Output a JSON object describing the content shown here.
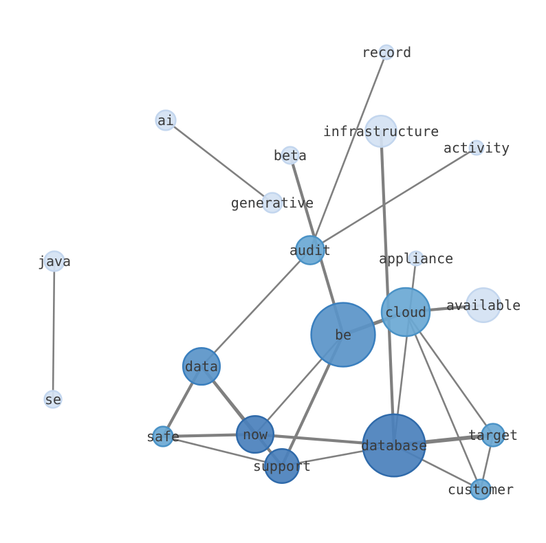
{
  "colors": {
    "edge": "#808080",
    "label": "#3a3a3a",
    "level_1_fill": "#d4e2f3",
    "level_1_stroke": "#c3d6ee",
    "level_2_fill": "#6aa8d4",
    "level_2_stroke": "#4a92c6",
    "level_3_fill": "#5a94c8",
    "level_3_stroke": "#3a7fbe",
    "level_4_fill": "#4a80bc",
    "level_4_stroke": "#2f6aaa"
  },
  "nodes": [
    {
      "id": "record",
      "label": "record",
      "level": 1,
      "weight": 1
    },
    {
      "id": "ai",
      "label": "ai",
      "level": 1,
      "weight": 1.4
    },
    {
      "id": "infrastructure",
      "label": "infrastructure",
      "level": 1,
      "weight": 2.2
    },
    {
      "id": "activity",
      "label": "activity",
      "level": 1,
      "weight": 1
    },
    {
      "id": "beta",
      "label": "beta",
      "level": 1,
      "weight": 1.2
    },
    {
      "id": "generative",
      "label": "generative",
      "level": 1,
      "weight": 1.4
    },
    {
      "id": "java",
      "label": "java",
      "level": 1,
      "weight": 1.4
    },
    {
      "id": "audit",
      "label": "audit",
      "level": 2,
      "weight": 2
    },
    {
      "id": "appliance",
      "label": "appliance",
      "level": 1,
      "weight": 1
    },
    {
      "id": "cloud",
      "label": "cloud",
      "level": 2,
      "weight": 3.4
    },
    {
      "id": "available",
      "label": "available",
      "level": 1,
      "weight": 2.4
    },
    {
      "id": "be",
      "label": "be",
      "level": 3,
      "weight": 4.5
    },
    {
      "id": "data",
      "label": "data",
      "level": 3,
      "weight": 2.6
    },
    {
      "id": "se",
      "label": "se",
      "level": 1,
      "weight": 1.2
    },
    {
      "id": "safe",
      "label": "safe",
      "level": 2,
      "weight": 1.4
    },
    {
      "id": "now",
      "label": "now",
      "level": 4,
      "weight": 2.6
    },
    {
      "id": "support",
      "label": "support",
      "level": 4,
      "weight": 2.4
    },
    {
      "id": "database",
      "label": "database",
      "level": 4,
      "weight": 4.4
    },
    {
      "id": "target",
      "label": "target",
      "level": 2,
      "weight": 1.6
    },
    {
      "id": "customer",
      "label": "customer",
      "level": 2,
      "weight": 1.4
    }
  ],
  "edges": [
    {
      "source": "record",
      "target": "audit",
      "weight": 1
    },
    {
      "source": "ai",
      "target": "generative",
      "weight": 1
    },
    {
      "source": "activity",
      "target": "audit",
      "weight": 1
    },
    {
      "source": "beta",
      "target": "be",
      "weight": 1.6
    },
    {
      "source": "audit",
      "target": "data",
      "weight": 1
    },
    {
      "source": "infrastructure",
      "target": "database",
      "weight": 1.6
    },
    {
      "source": "appliance",
      "target": "database",
      "weight": 1
    },
    {
      "source": "cloud",
      "target": "be",
      "weight": 2
    },
    {
      "source": "cloud",
      "target": "available",
      "weight": 1.6
    },
    {
      "source": "cloud",
      "target": "target",
      "weight": 1
    },
    {
      "source": "cloud",
      "target": "customer",
      "weight": 1
    },
    {
      "source": "be",
      "target": "now",
      "weight": 1
    },
    {
      "source": "be",
      "target": "support",
      "weight": 1.6
    },
    {
      "source": "data",
      "target": "safe",
      "weight": 1.6
    },
    {
      "source": "data",
      "target": "now",
      "weight": 1.6
    },
    {
      "source": "data",
      "target": "support",
      "weight": 1.6
    },
    {
      "source": "safe",
      "target": "now",
      "weight": 1.6
    },
    {
      "source": "safe",
      "target": "support",
      "weight": 1
    },
    {
      "source": "now",
      "target": "database",
      "weight": 1.6
    },
    {
      "source": "support",
      "target": "database",
      "weight": 1
    },
    {
      "source": "database",
      "target": "target",
      "weight": 2.2
    },
    {
      "source": "database",
      "target": "customer",
      "weight": 1
    },
    {
      "source": "target",
      "target": "customer",
      "weight": 1
    },
    {
      "source": "java",
      "target": "se",
      "weight": 1
    }
  ]
}
